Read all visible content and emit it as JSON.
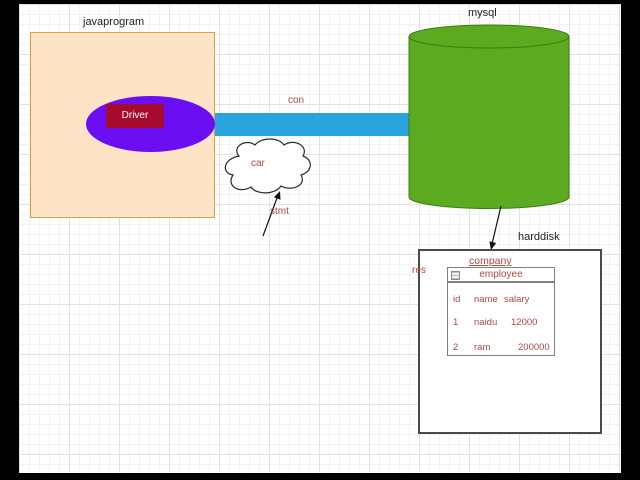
{
  "scene": {
    "java_box_label": "javaprogram",
    "driver_label": "Driver",
    "connection_label": "con",
    "cloud_label": "car",
    "statement_label": "stmt",
    "database_label": "mysql",
    "harddisk_label": "harddisk",
    "resultset_label": "res",
    "company_label": "company"
  },
  "employee_table": {
    "title": "employee",
    "columns": [
      "id",
      "name",
      "salary"
    ],
    "rows": [
      [
        "1",
        "naidu",
        "12000"
      ],
      [
        "2",
        "ram",
        "200000"
      ]
    ]
  },
  "colors": {
    "java_box_fill": "#fde3c5",
    "java_box_border": "#d9a43b",
    "driver_ellipse_purple": "#6c0ef2",
    "driver_box_red": "#a60b2d",
    "connector_blue": "#2aa4de",
    "cylinder_green": "#5baa1f",
    "cylinder_stroke": "#3e7c12",
    "label_red": "#b04943",
    "label_black": "#222222",
    "letterbox": "#000000"
  }
}
